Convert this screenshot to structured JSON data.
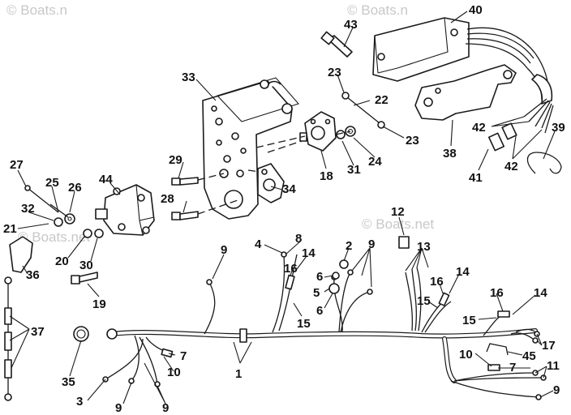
{
  "watermarks": {
    "top_left": "© Boats.n",
    "top_center": "© Boats.n",
    "mid_right": "© Boats.net",
    "mid_left": "© Boats.net"
  },
  "callouts": [
    {
      "id": "c40",
      "text": "40"
    },
    {
      "id": "c43",
      "text": "43"
    },
    {
      "id": "c23a",
      "text": "23"
    },
    {
      "id": "c22",
      "text": "22"
    },
    {
      "id": "c23b",
      "text": "23"
    },
    {
      "id": "c33",
      "text": "33"
    },
    {
      "id": "c42a",
      "text": "42"
    },
    {
      "id": "c39",
      "text": "39"
    },
    {
      "id": "c38",
      "text": "38"
    },
    {
      "id": "c41",
      "text": "41"
    },
    {
      "id": "c42b",
      "text": "42"
    },
    {
      "id": "c29",
      "text": "29"
    },
    {
      "id": "c18",
      "text": "18"
    },
    {
      "id": "c31",
      "text": "31"
    },
    {
      "id": "c24",
      "text": "24"
    },
    {
      "id": "c27",
      "text": "27"
    },
    {
      "id": "c25",
      "text": "25"
    },
    {
      "id": "c44",
      "text": "44"
    },
    {
      "id": "c26",
      "text": "26"
    },
    {
      "id": "c28",
      "text": "28"
    },
    {
      "id": "c34",
      "text": "34"
    },
    {
      "id": "c32",
      "text": "32"
    },
    {
      "id": "c21",
      "text": "21"
    },
    {
      "id": "c20",
      "text": "20"
    },
    {
      "id": "c30",
      "text": "30"
    },
    {
      "id": "c36",
      "text": "36"
    },
    {
      "id": "c19",
      "text": "19"
    },
    {
      "id": "c12",
      "text": "12"
    },
    {
      "id": "c13",
      "text": "13"
    },
    {
      "id": "c9a",
      "text": "9"
    },
    {
      "id": "c4",
      "text": "4"
    },
    {
      "id": "c8",
      "text": "8"
    },
    {
      "id": "c2",
      "text": "2"
    },
    {
      "id": "c9b",
      "text": "9"
    },
    {
      "id": "c14a",
      "text": "14"
    },
    {
      "id": "c16a",
      "text": "16"
    },
    {
      "id": "c6a",
      "text": "6"
    },
    {
      "id": "c5",
      "text": "5"
    },
    {
      "id": "c6b",
      "text": "6"
    },
    {
      "id": "c15a",
      "text": "15"
    },
    {
      "id": "c14b",
      "text": "14"
    },
    {
      "id": "c16b",
      "text": "16"
    },
    {
      "id": "c15b",
      "text": "15"
    },
    {
      "id": "c16c",
      "text": "16"
    },
    {
      "id": "c14c",
      "text": "14"
    },
    {
      "id": "c15c",
      "text": "15"
    },
    {
      "id": "c17",
      "text": "17"
    },
    {
      "id": "c10a",
      "text": "10"
    },
    {
      "id": "c45",
      "text": "45"
    },
    {
      "id": "c7a",
      "text": "7"
    },
    {
      "id": "c11",
      "text": "11"
    },
    {
      "id": "c9c",
      "text": "9"
    },
    {
      "id": "c37",
      "text": "37"
    },
    {
      "id": "c35",
      "text": "35"
    },
    {
      "id": "c7b",
      "text": "7"
    },
    {
      "id": "c10b",
      "text": "10"
    },
    {
      "id": "c1",
      "text": "1"
    },
    {
      "id": "c3",
      "text": "3"
    },
    {
      "id": "c9d",
      "text": "9"
    },
    {
      "id": "c9e",
      "text": "9"
    }
  ]
}
